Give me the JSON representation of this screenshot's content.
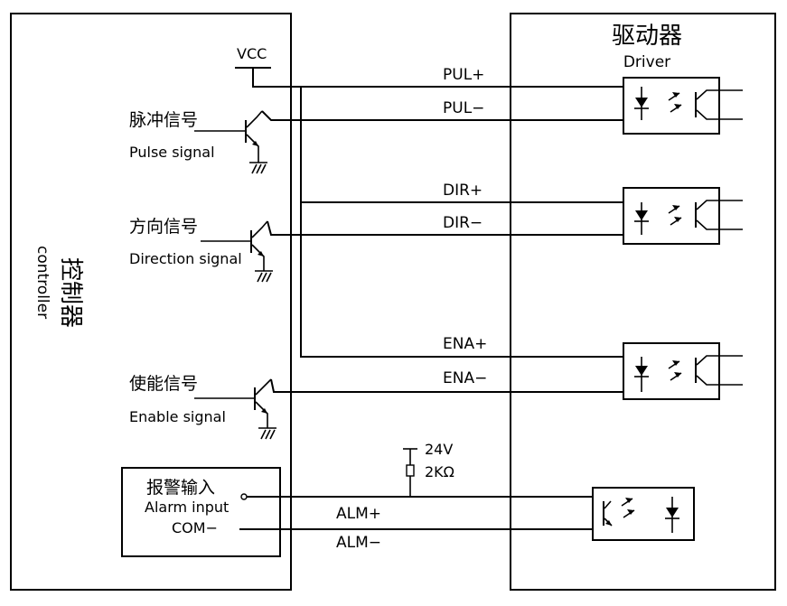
{
  "controller": {
    "title_cn": "控制器",
    "title_en": "controller",
    "vcc": "VCC",
    "pulse_cn": "脉冲信号",
    "pulse_en": "Pulse signal",
    "direction_cn": "方向信号",
    "direction_en": "Direction signal",
    "enable_cn": "使能信号",
    "enable_en": "Enable signal",
    "alarm_cn": "报警输入",
    "alarm_en": "Alarm input",
    "com": "COM−"
  },
  "driver": {
    "title_cn": "驱动器",
    "title_en": "Driver"
  },
  "signals": {
    "pul_plus": "PUL+",
    "pul_minus": "PUL−",
    "dir_plus": "DIR+",
    "dir_minus": "DIR−",
    "ena_plus": "ENA+",
    "ena_minus": "ENA−",
    "alm_plus": "ALM+",
    "alm_minus": "ALM−"
  },
  "pullup": {
    "voltage": "24V",
    "resistance": "2KΩ"
  }
}
